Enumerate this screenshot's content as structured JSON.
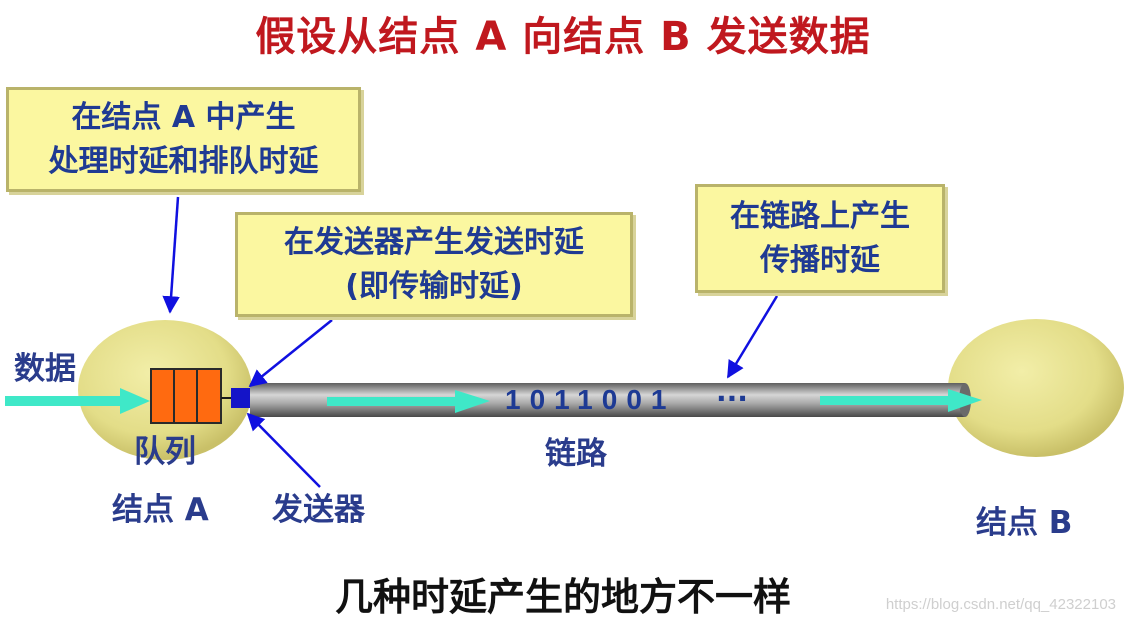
{
  "title": "假设从结点 A 向结点 B 发送数据",
  "callouts": {
    "node_a": [
      "在结点 A 中产生",
      "处理时延和排队时延"
    ],
    "transmitter": [
      "在发送器产生发送时延",
      "(即传输时延)"
    ],
    "link": [
      "在链路上产生",
      "传播时延"
    ]
  },
  "labels": {
    "data": "数据",
    "queue": "队列",
    "node_a": "结点 A",
    "transmitter": "发送器",
    "link": "链路",
    "node_b": "结点 B"
  },
  "bits": "1011001",
  "ellipsis": "···",
  "footer": "几种时延产生的地方不一样",
  "watermark": "https://blog.csdn.net/qq_42322103",
  "colors": {
    "title": "#c0181e",
    "callout_bg": "#fbf7a0",
    "text_blue": "#1f3a93",
    "arrow_blue": "#1010e0",
    "flow_arrow": "#3fe8c8",
    "queue": "#ff6a10",
    "node": "#e2dc84"
  }
}
